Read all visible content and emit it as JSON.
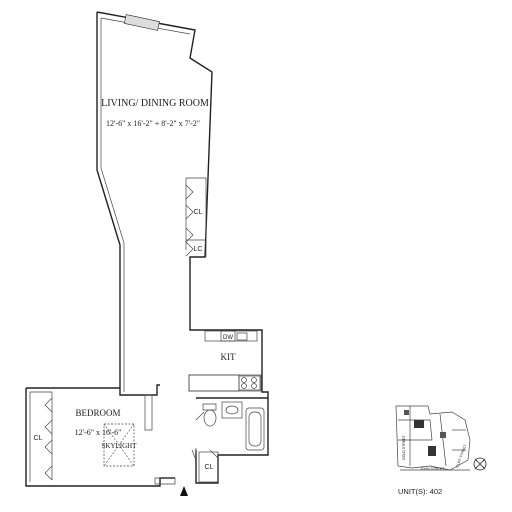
{
  "rooms": {
    "living": {
      "name": "LIVING/ DINING ROOM",
      "dims": "12'-6\" x 16'-2\" + 8'-2\" x 7'-2\""
    },
    "bedroom": {
      "name": "BEDROOM",
      "dims": "12'-6\" x 16'-6\"",
      "skylight": "SKYLIGHT"
    },
    "kitchen": {
      "name": "KIT",
      "dw": "DW"
    }
  },
  "closets": {
    "cl_living": "CL",
    "lc": "LC",
    "cl_bedroom": "CL",
    "cl_bath": "CL"
  },
  "keyplan": {
    "streets": [
      "GOLD STREET",
      "JOHN STREET",
      "CLIFF STREET"
    ],
    "unit_label": "UNIT(S): 402"
  },
  "icons": [
    "entry-arrow-icon",
    "compass-icon"
  ]
}
